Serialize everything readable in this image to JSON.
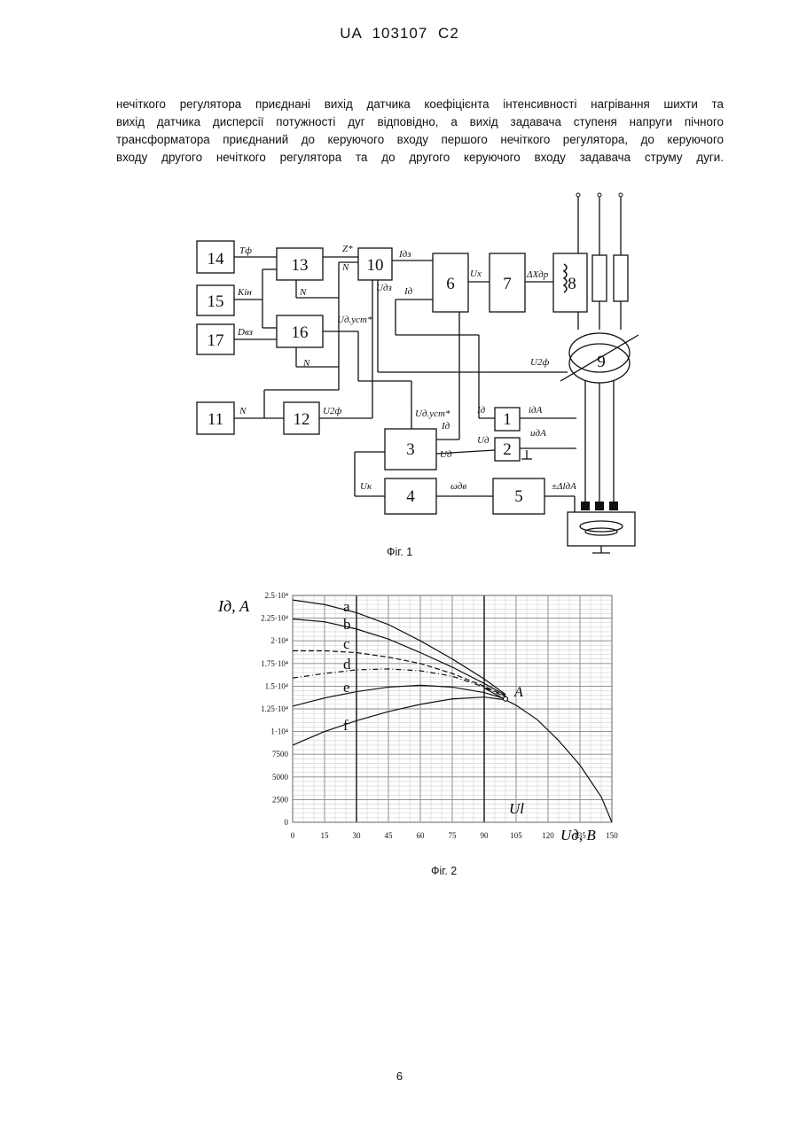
{
  "header": "UA   103107   C2",
  "paragraph": [
    "нечіткого регулятора приєднані вихід датчика коефіцієнта інтенсивності нагрівання шихти та",
    "вихід датчика дисперсії потужності дуг відповідно, а вихід задавача ступеня напруги пічного",
    "трансформатора приєднаний до керуючого входу першого нечіткого регулятора, до керуючого",
    "входу другого нечіткого регулятора та до другого керуючого входу задавача струму дуги."
  ],
  "fig1": {
    "caption": "Фіг. 1",
    "blocks": [
      "14",
      "15",
      "17",
      "13",
      "16",
      "10",
      "6",
      "7",
      "8",
      "9",
      "11",
      "12",
      "3",
      "1",
      "2",
      "4",
      "5"
    ],
    "signals": [
      "Tф",
      "Kін",
      "Dвз",
      "Z*",
      "N",
      "N",
      "N",
      "N",
      "Iдз",
      "Uдз",
      "Ux",
      "Iд",
      "ΔXдр",
      "U2ф",
      "Uд.уст*",
      "U2ф",
      "Uд.уст*",
      "Iд",
      "Iд",
      "iдА",
      "Uд",
      "Uд",
      "uдА",
      "Uк",
      "ωдв",
      "±ΔlдА"
    ]
  },
  "fig2": {
    "caption": "Фіг. 2",
    "y_axis_label": "Iд, A",
    "x_axis_label": "Uд, B",
    "point_label": "A",
    "line_label": "Ul",
    "curve_labels": [
      "a",
      "b",
      "c",
      "d",
      "e",
      "f"
    ]
  },
  "chart_data": {
    "type": "line",
    "xlabel": "Uд, B",
    "ylabel": "Iд, A",
    "x_ticks": [
      "0",
      "15",
      "30",
      "45",
      "60",
      "75",
      "90",
      "105",
      "120",
      "135",
      "150"
    ],
    "y_ticks": [
      "0",
      "2500",
      "5000",
      "7500",
      "1·10⁴",
      "1.25·10⁴",
      "1.5·10⁴",
      "1.75·10⁴",
      "2·10⁴",
      "2.25·10⁴",
      "2.5·10⁴"
    ],
    "xlim": [
      0,
      150
    ],
    "ylim": [
      0,
      25000
    ],
    "grid": true,
    "series": [
      {
        "name": "a",
        "style": "solid",
        "x": [
          0,
          15,
          30,
          45,
          60,
          75,
          90,
          100
        ],
        "y": [
          24500,
          24000,
          23100,
          21800,
          20000,
          18000,
          15800,
          14100
        ]
      },
      {
        "name": "b",
        "style": "solid",
        "x": [
          0,
          15,
          30,
          45,
          60,
          75,
          90,
          100
        ],
        "y": [
          22400,
          22100,
          21300,
          20200,
          18700,
          17100,
          15300,
          14000
        ]
      },
      {
        "name": "c",
        "style": "dashed",
        "x": [
          0,
          15,
          30,
          45,
          60,
          75,
          90,
          100
        ],
        "y": [
          18900,
          18900,
          18700,
          18200,
          17500,
          16400,
          15000,
          13900
        ]
      },
      {
        "name": "d",
        "style": "dashdot",
        "x": [
          0,
          15,
          30,
          45,
          60,
          75,
          90,
          100
        ],
        "y": [
          15900,
          16400,
          16800,
          16900,
          16700,
          16100,
          14900,
          13800
        ]
      },
      {
        "name": "e",
        "style": "solid",
        "x": [
          0,
          15,
          30,
          45,
          60,
          75,
          90,
          100
        ],
        "y": [
          12800,
          13700,
          14400,
          14900,
          15100,
          14900,
          14300,
          13600
        ]
      },
      {
        "name": "f",
        "style": "solid",
        "x": [
          0,
          15,
          30,
          45,
          60,
          75,
          90,
          100
        ],
        "y": [
          8500,
          10000,
          11200,
          12200,
          13000,
          13600,
          13800,
          13500
        ]
      },
      {
        "name": "Ul",
        "style": "solid",
        "x": [
          90,
          100,
          105,
          115,
          125,
          135,
          145,
          150
        ],
        "y": [
          14800,
          13500,
          12900,
          11300,
          9000,
          6300,
          2800,
          0
        ]
      }
    ]
  }
}
